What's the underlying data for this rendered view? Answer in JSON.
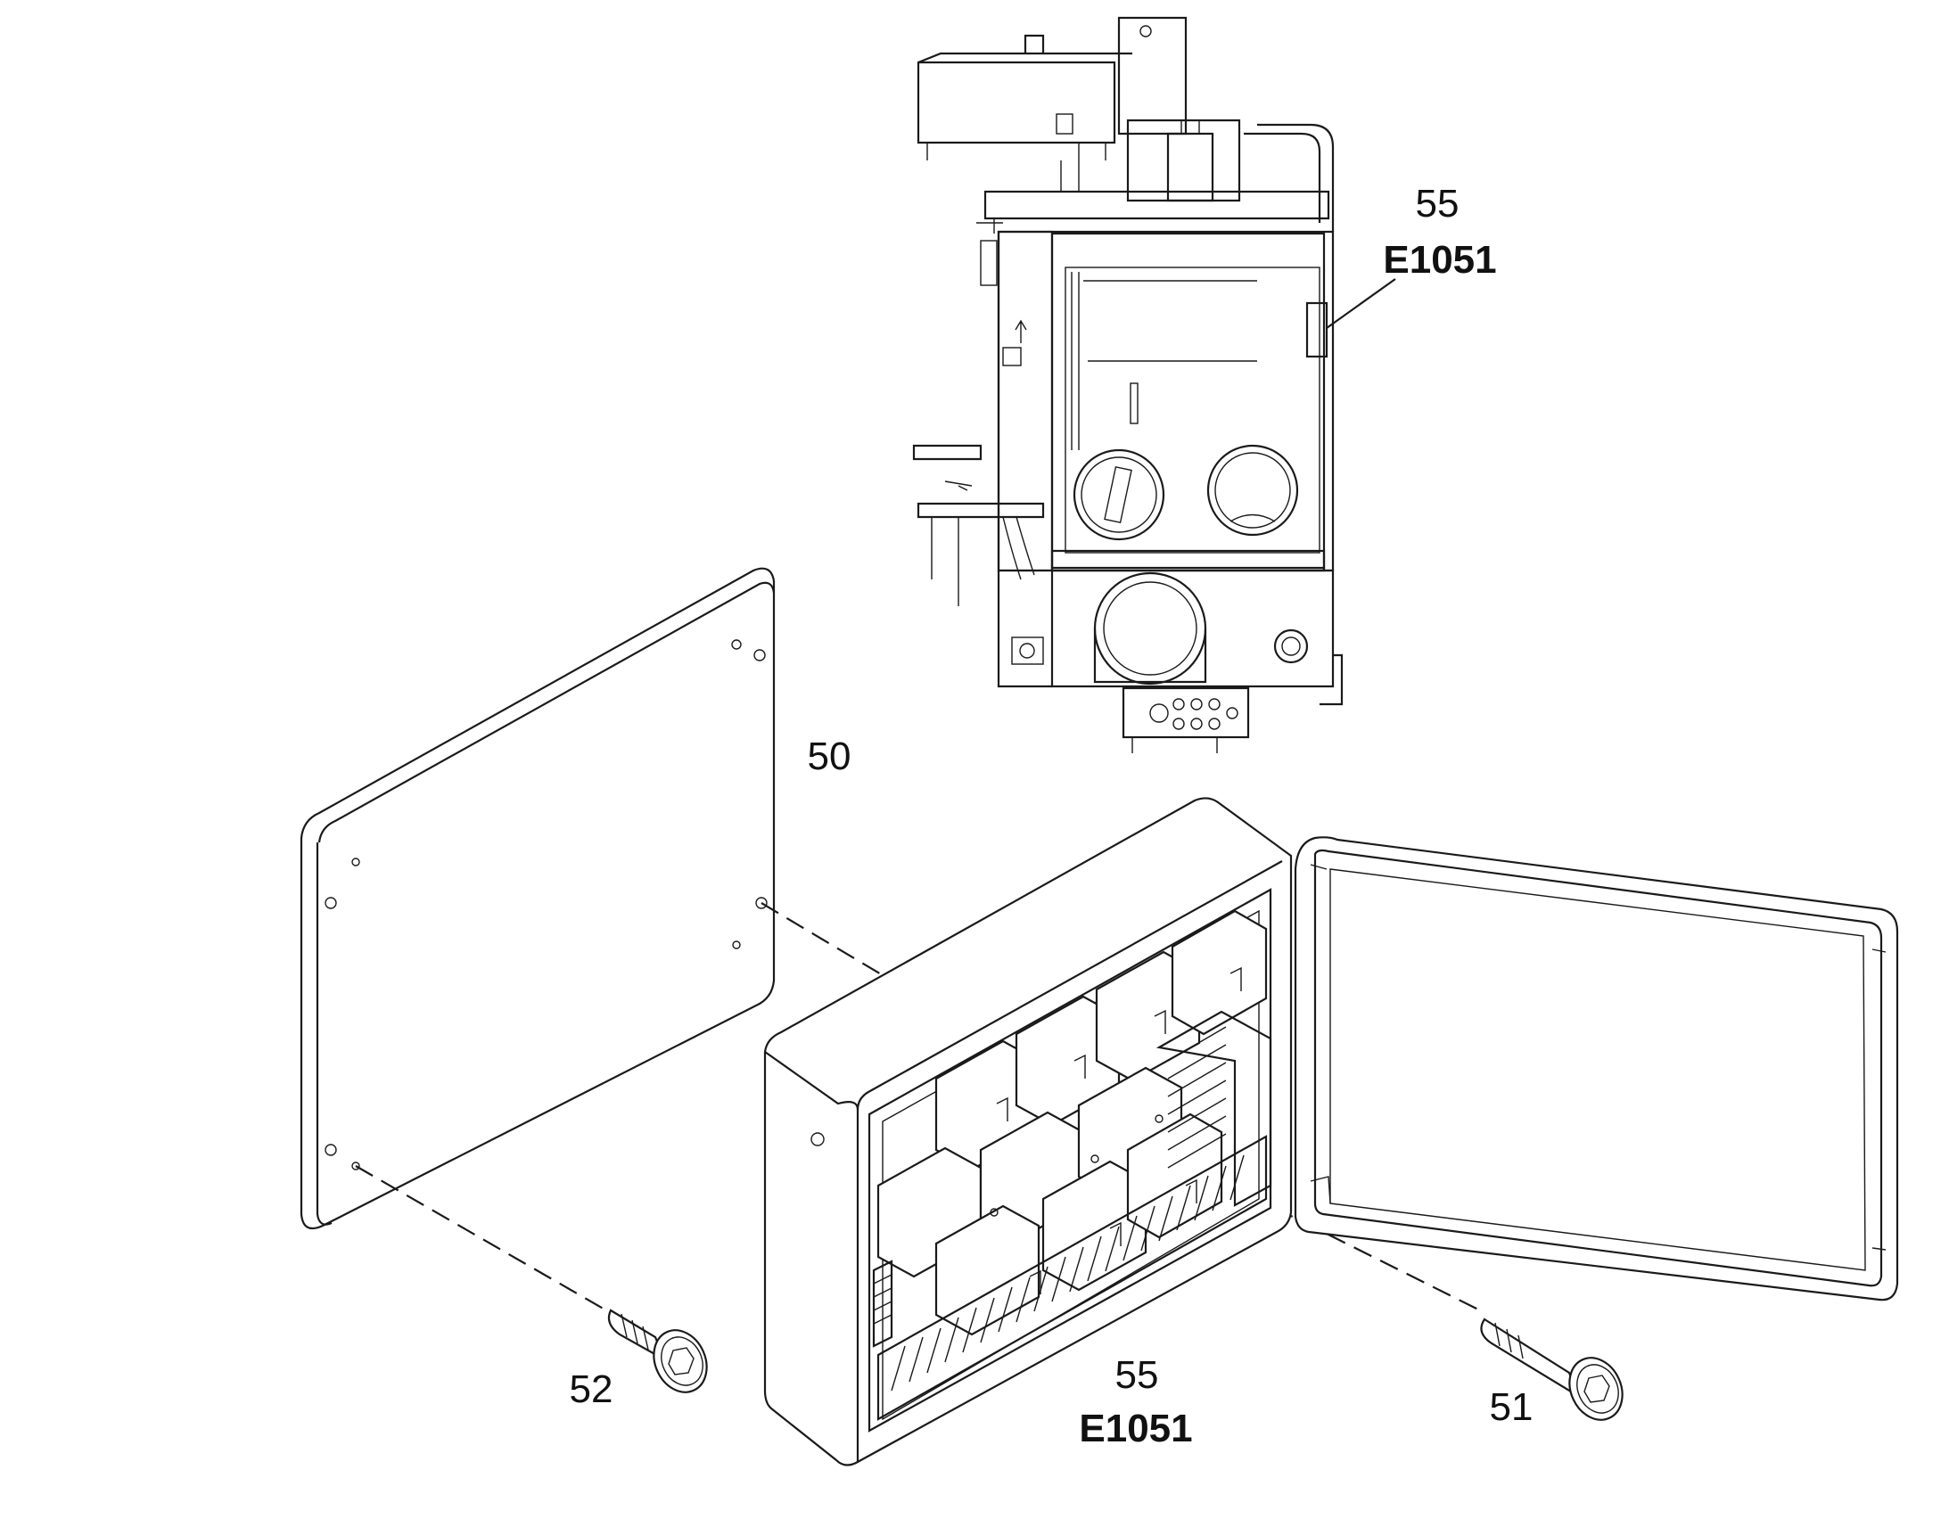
{
  "callouts": {
    "machine_part": "55",
    "machine_code": "E1051",
    "back_plate": "50",
    "box_part": "55",
    "box_code": "E1051",
    "left_screw": "52",
    "right_screw": "51"
  }
}
